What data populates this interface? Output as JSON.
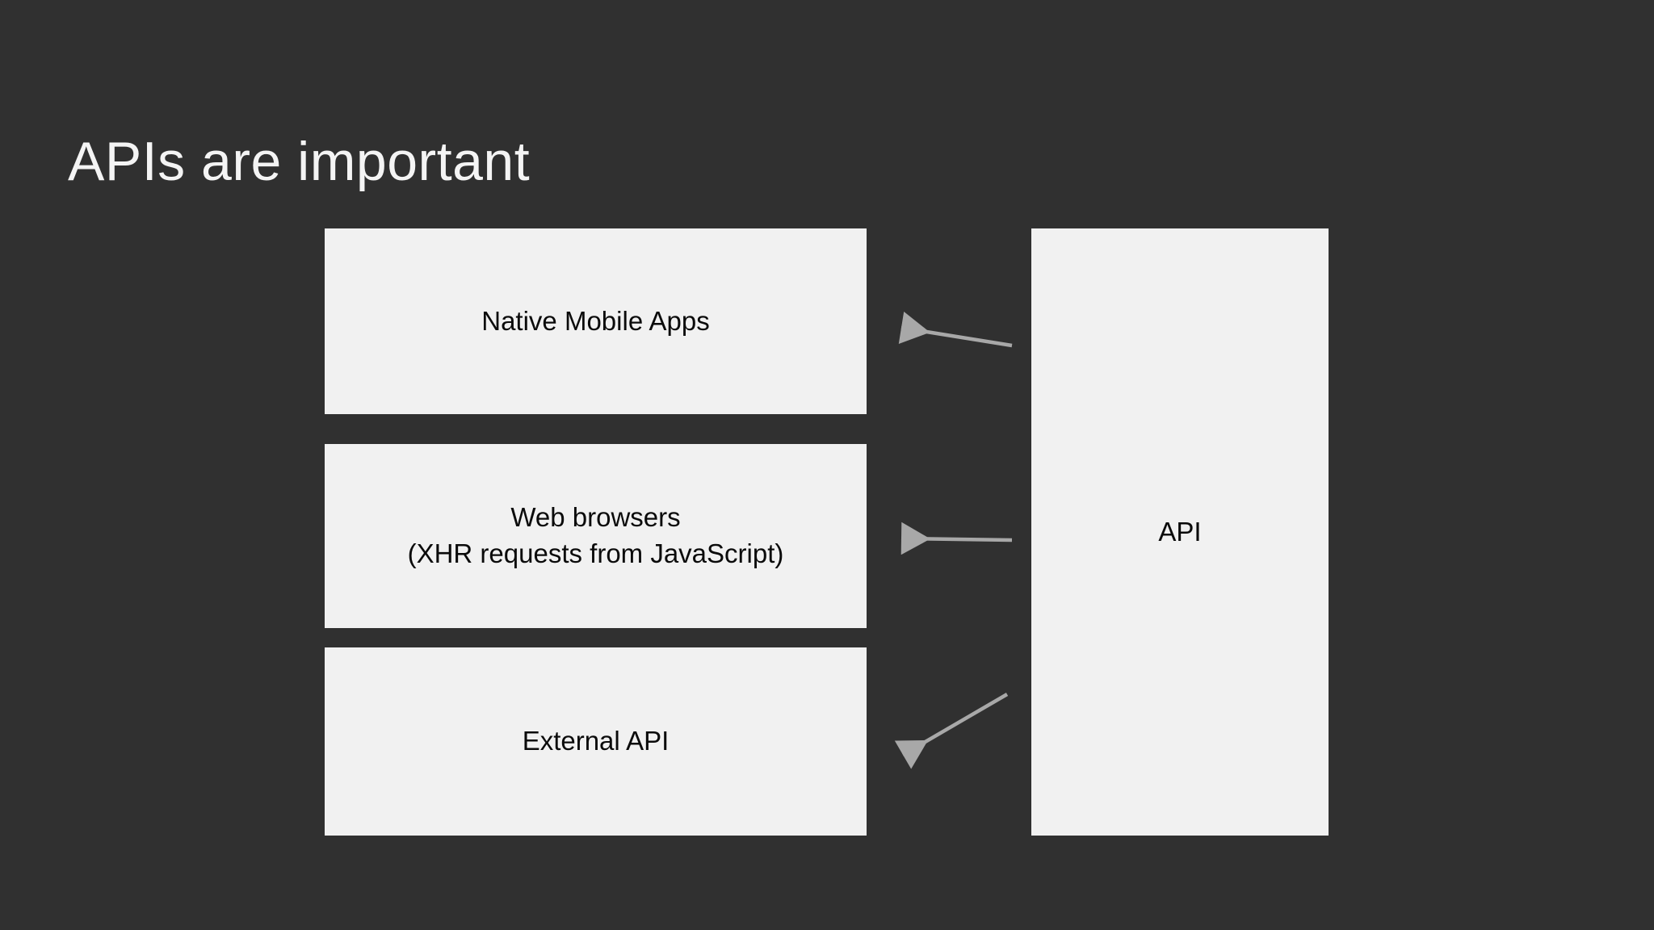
{
  "slide": {
    "title": "APIs are important",
    "background_color": "#303030",
    "title_color": "#f4f4f4",
    "box_fill_color": "#f1f1f1",
    "box_text_color": "#0b0b0b",
    "arrow_color": "#a8a8a8"
  },
  "diagram": {
    "consumers": [
      {
        "id": "native-mobile-apps",
        "label": "Native Mobile Apps"
      },
      {
        "id": "web-browsers",
        "label": "Web browsers\n(XHR requests from JavaScript)"
      },
      {
        "id": "external-api",
        "label": "External API"
      }
    ],
    "provider": {
      "id": "api",
      "label": "API"
    },
    "connectors": [
      {
        "id": "api-to-native-mobile-apps",
        "from": "api",
        "to": "native-mobile-apps",
        "direction": "left"
      },
      {
        "id": "api-to-web-browsers",
        "from": "api",
        "to": "web-browsers",
        "direction": "left"
      },
      {
        "id": "api-to-external-api",
        "from": "api",
        "to": "external-api",
        "direction": "down-left"
      }
    ]
  }
}
